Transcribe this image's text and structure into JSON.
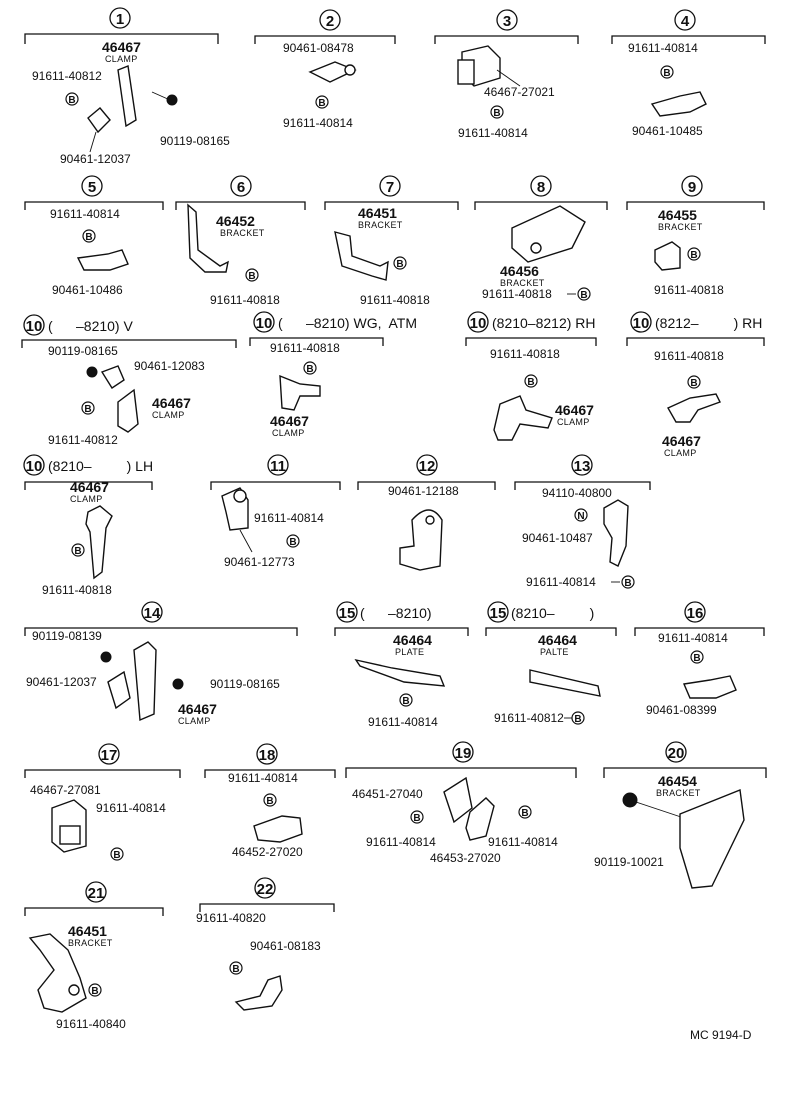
{
  "diagram": {
    "footer_code": "MC 9194-D",
    "groups": [
      {
        "num": "1",
        "cond": "",
        "parts": [
          "46467",
          "CLAMP",
          "91611-40812",
          "90119-08165",
          "90461-12037"
        ]
      },
      {
        "num": "2",
        "cond": "",
        "parts": [
          "90461-08478",
          "91611-40814"
        ]
      },
      {
        "num": "3",
        "cond": "",
        "parts": [
          "46467-27021",
          "91611-40814"
        ]
      },
      {
        "num": "4",
        "cond": "",
        "parts": [
          "91611-40814",
          "90461-10485"
        ]
      },
      {
        "num": "5",
        "cond": "",
        "parts": [
          "91611-40814",
          "90461-10486"
        ]
      },
      {
        "num": "6",
        "cond": "",
        "parts": [
          "46452",
          "BRACKET",
          "91611-40818"
        ]
      },
      {
        "num": "7",
        "cond": "",
        "parts": [
          "46451",
          "BRACKET",
          "91611-40818"
        ]
      },
      {
        "num": "8",
        "cond": "",
        "parts": [
          "46456",
          "BRACKET",
          "91611-40818"
        ]
      },
      {
        "num": "9",
        "cond": "",
        "parts": [
          "46455",
          "BRACKET",
          "91611-40818"
        ]
      },
      {
        "num": "10",
        "cond": "(      –8210) V",
        "parts": [
          "90119-08165",
          "90461-12083",
          "46467",
          "CLAMP",
          "91611-40812"
        ]
      },
      {
        "num": "10",
        "cond": "(      –8210) WG,  ATM",
        "parts": [
          "91611-40818",
          "46467",
          "CLAMP"
        ]
      },
      {
        "num": "10",
        "cond": "(8210–8212) RH",
        "parts": [
          "91611-40818",
          "46467",
          "CLAMP"
        ]
      },
      {
        "num": "10",
        "cond": "(8212–         ) RH",
        "parts": [
          "91611-40818",
          "46467",
          "CLAMP"
        ]
      },
      {
        "num": "10",
        "cond": "(8210–         ) LH",
        "parts": [
          "46467",
          "CLAMP",
          "91611-40818"
        ]
      },
      {
        "num": "11",
        "cond": "",
        "parts": [
          "91611-40814",
          "90461-12773"
        ]
      },
      {
        "num": "12",
        "cond": "",
        "parts": [
          "90461-12188"
        ]
      },
      {
        "num": "13",
        "cond": "",
        "parts": [
          "94110-40800",
          "90461-10487",
          "91611-40814"
        ]
      },
      {
        "num": "14",
        "cond": "",
        "parts": [
          "90119-08139",
          "90461-12037",
          "90119-08165",
          "46467",
          "CLAMP"
        ]
      },
      {
        "num": "15",
        "cond": "(      –8210)",
        "parts": [
          "46464",
          "PLATE",
          "91611-40814"
        ]
      },
      {
        "num": "15",
        "cond": "(8210–         )",
        "parts": [
          "46464",
          "PALTE",
          "91611-40812"
        ]
      },
      {
        "num": "16",
        "cond": "",
        "parts": [
          "91611-40814",
          "90461-08399"
        ]
      },
      {
        "num": "17",
        "cond": "",
        "parts": [
          "46467-27081",
          "91611-40814"
        ]
      },
      {
        "num": "18",
        "cond": "",
        "parts": [
          "91611-40814",
          "46452-27020"
        ]
      },
      {
        "num": "19",
        "cond": "",
        "parts": [
          "46451-27040",
          "91611-40814",
          "46453-27020",
          "91611-40814"
        ]
      },
      {
        "num": "20",
        "cond": "",
        "parts": [
          "46454",
          "BRACKET",
          "90119-10021"
        ]
      },
      {
        "num": "21",
        "cond": "",
        "parts": [
          "46451",
          "BRACKET",
          "91611-40840"
        ]
      },
      {
        "num": "22",
        "cond": "",
        "parts": [
          "91611-40820",
          "90461-08183"
        ]
      }
    ],
    "codes": {
      "b": "B",
      "n": "N"
    }
  }
}
